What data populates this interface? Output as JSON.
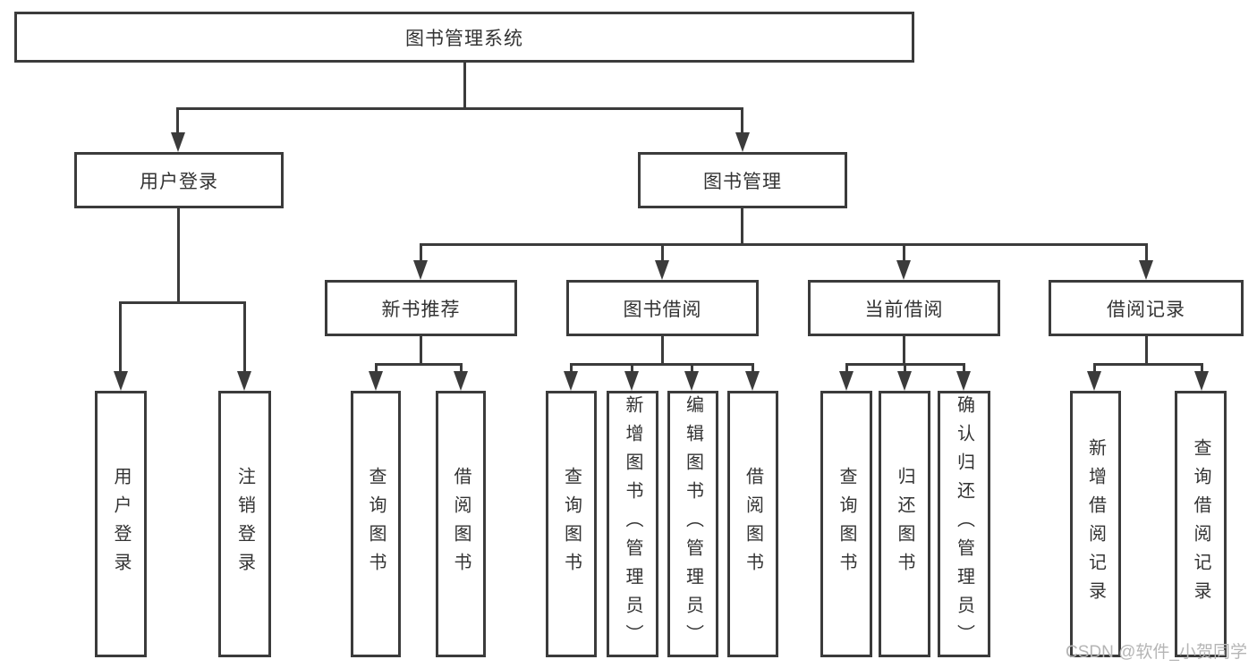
{
  "tree": {
    "root": {
      "label": "图书管理系统",
      "children": [
        {
          "label": "用户登录",
          "children": [
            {
              "label": "用户登录"
            },
            {
              "label": "注销登录"
            }
          ]
        },
        {
          "label": "图书管理",
          "children": [
            {
              "label": "新书推荐",
              "children": [
                {
                  "label": "查询图书"
                },
                {
                  "label": "借阅图书"
                }
              ]
            },
            {
              "label": "图书借阅",
              "children": [
                {
                  "label": "查询图书"
                },
                {
                  "label": "新增图书（管理员）"
                },
                {
                  "label": "编辑图书（管理员）"
                },
                {
                  "label": "借阅图书"
                }
              ]
            },
            {
              "label": "当前借阅",
              "children": [
                {
                  "label": "查询图书"
                },
                {
                  "label": "归还图书"
                },
                {
                  "label": "确认归还（管理员）"
                }
              ]
            },
            {
              "label": "借阅记录",
              "children": [
                {
                  "label": "新增借阅记录"
                },
                {
                  "label": "查询借阅记录"
                }
              ]
            }
          ]
        }
      ]
    }
  },
  "watermark": {
    "text": "CSDN @软件_小贺同学"
  },
  "style": {
    "line_color": "#3b3b3b",
    "text_color": "#333333",
    "watermark_color": "#b5b5b5",
    "background": "#ffffff"
  }
}
